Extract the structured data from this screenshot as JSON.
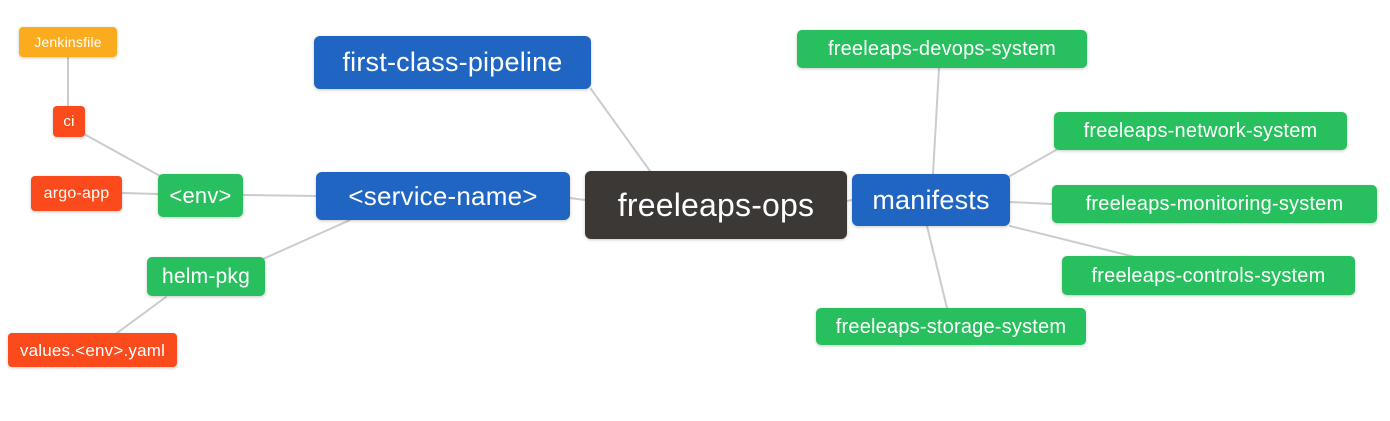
{
  "diagram": {
    "type": "mindmap",
    "root": "freeleaps_ops",
    "nodes": {
      "jenkinsfile": {
        "label": "Jenkinsfile",
        "color_role": "orange"
      },
      "ci": {
        "label": "ci",
        "color_role": "red"
      },
      "argo_app": {
        "label": "argo-app",
        "color_role": "red"
      },
      "env": {
        "label": "<env>",
        "color_role": "green"
      },
      "helm_pkg": {
        "label": "helm-pkg",
        "color_role": "green"
      },
      "values_env_yaml": {
        "label": "values.<env>.yaml",
        "color_role": "red"
      },
      "first_class_pipeline": {
        "label": "first-class-pipeline",
        "color_role": "blue"
      },
      "service_name": {
        "label": "<service-name>",
        "color_role": "blue"
      },
      "freeleaps_ops": {
        "label": "freeleaps-ops",
        "color_role": "dark"
      },
      "manifests": {
        "label": "manifests",
        "color_role": "blue"
      },
      "devops_system": {
        "label": "freeleaps-devops-system",
        "color_role": "green"
      },
      "network_system": {
        "label": "freeleaps-network-system",
        "color_role": "green"
      },
      "monitoring_system": {
        "label": "freeleaps-monitoring-system",
        "color_role": "green"
      },
      "controls_system": {
        "label": "freeleaps-controls-system",
        "color_role": "green"
      },
      "storage_system": {
        "label": "freeleaps-storage-system",
        "color_role": "green"
      }
    },
    "edges": [
      [
        "jenkinsfile",
        "ci"
      ],
      [
        "ci",
        "env"
      ],
      [
        "argo_app",
        "env"
      ],
      [
        "env",
        "service_name"
      ],
      [
        "helm_pkg",
        "service_name"
      ],
      [
        "values_env_yaml",
        "helm_pkg"
      ],
      [
        "first_class_pipeline",
        "freeleaps_ops"
      ],
      [
        "service_name",
        "freeleaps_ops"
      ],
      [
        "freeleaps_ops",
        "manifests"
      ],
      [
        "manifests",
        "devops_system"
      ],
      [
        "manifests",
        "network_system"
      ],
      [
        "manifests",
        "monitoring_system"
      ],
      [
        "manifests",
        "controls_system"
      ],
      [
        "manifests",
        "storage_system"
      ]
    ],
    "palette": {
      "blue": "#2065c2",
      "green": "#28c05e",
      "red": "#fb4a1b",
      "orange": "#fbab1e",
      "dark": "#3b3836",
      "edge_line": "#cccccc",
      "node_text": "#ffffff",
      "background": "#ffffff"
    }
  }
}
